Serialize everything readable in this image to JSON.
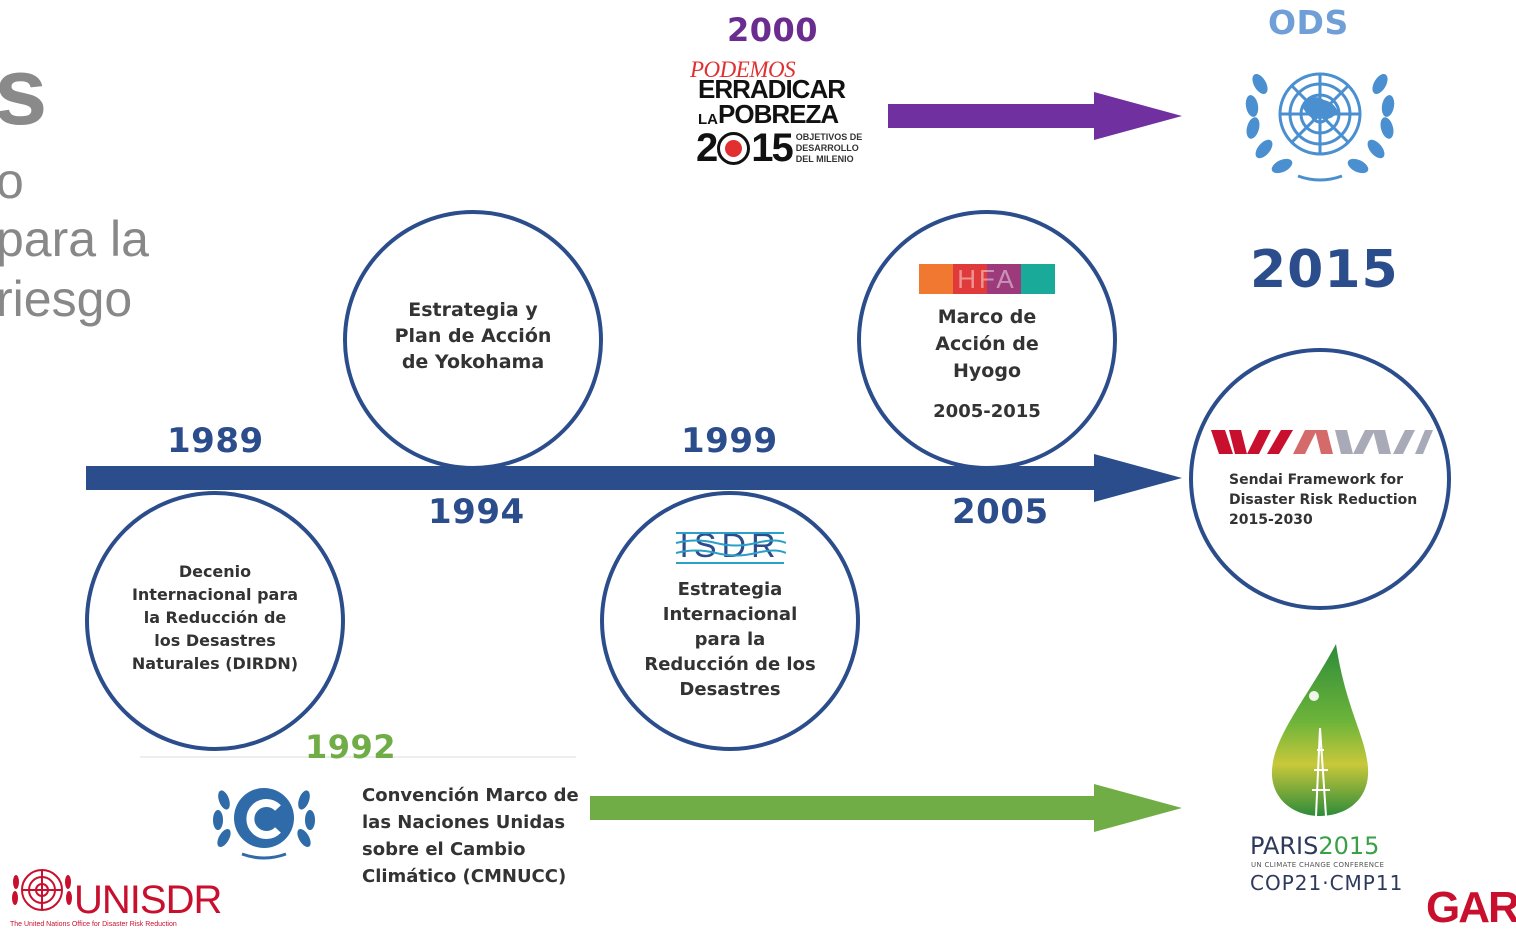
{
  "slide": {
    "partial_title": "s",
    "partial_lines": [
      "o",
      "para la",
      "riesgo"
    ]
  },
  "top": {
    "year_2000": "2000",
    "mdg_logo": {
      "line1": "PODEMOS",
      "line2": "ERRADICAR",
      "line3_small": "LA",
      "line3": "POBREZA",
      "year_left": "2",
      "year_right": "15",
      "sub1": "OBJETIVOS DE",
      "sub2": "DESARROLLO",
      "sub3": "DEL MILENIO"
    },
    "ods_label": "ODS",
    "year_2015": "2015"
  },
  "timeline": {
    "year_1989": "1989",
    "year_1994": "1994",
    "year_1999": "1999",
    "year_2005": "2005",
    "year_1992": "1992"
  },
  "circles": {
    "yokohama": "Estrategia y\nPlan de Acción\nde Yokohama",
    "hyogo": {
      "logo": "HFA",
      "text": "Marco de\nAcción de\nHyogo",
      "years": "2005-2015"
    },
    "dirdn": "Decenio\nInternacional para\nla Reducción de\nlos Desastres\nNaturales (DIRDN)",
    "isdr": {
      "logo": "ISDR",
      "text": "Estrategia\nInternacional\npara la\nReducción de los\nDesastres"
    },
    "sendai": "Sendai Framework for\nDisaster Risk Reduction\n2015-2030"
  },
  "cmnucc": "Convención Marco de\nlas Naciones Unidas\nsobre el Cambio\nClimático (CMNUCC)",
  "paris": {
    "title_left": "PARIS",
    "title_right": "2015",
    "sub": "UN CLIMATE CHANGE CONFERENCE",
    "cop": "COP21·CMP11"
  },
  "footer": {
    "unisdr": "UNISDR",
    "unisdr_sub": "The United Nations Office for Disaster Risk Reduction",
    "gar": "GAR"
  },
  "colors": {
    "blue": "#2b4d8c",
    "purple": "#7030a0",
    "green": "#70ad47",
    "red": "#c8102e",
    "un_blue": "#4a8fd0"
  }
}
